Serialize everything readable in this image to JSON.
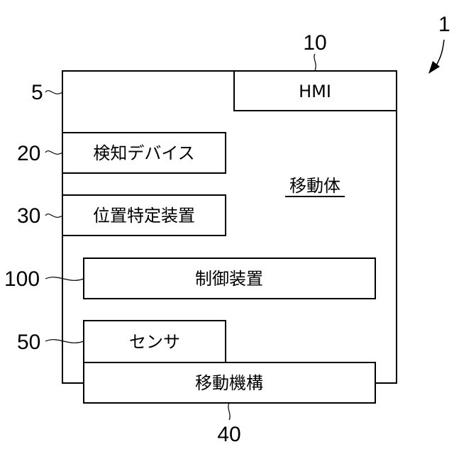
{
  "diagram": {
    "system_ref": "1",
    "body": {
      "ref": "5",
      "label": "移動体"
    },
    "hmi": {
      "ref": "10",
      "label": "HMI"
    },
    "detection_device": {
      "ref": "20",
      "label": "検知デバイス"
    },
    "positioning_device": {
      "ref": "30",
      "label": "位置特定装置"
    },
    "control_device": {
      "ref": "100",
      "label": "制御装置"
    },
    "sensor": {
      "ref": "50",
      "label": "センサ"
    },
    "moving_mechanism": {
      "ref": "40",
      "label": "移動機構"
    }
  }
}
